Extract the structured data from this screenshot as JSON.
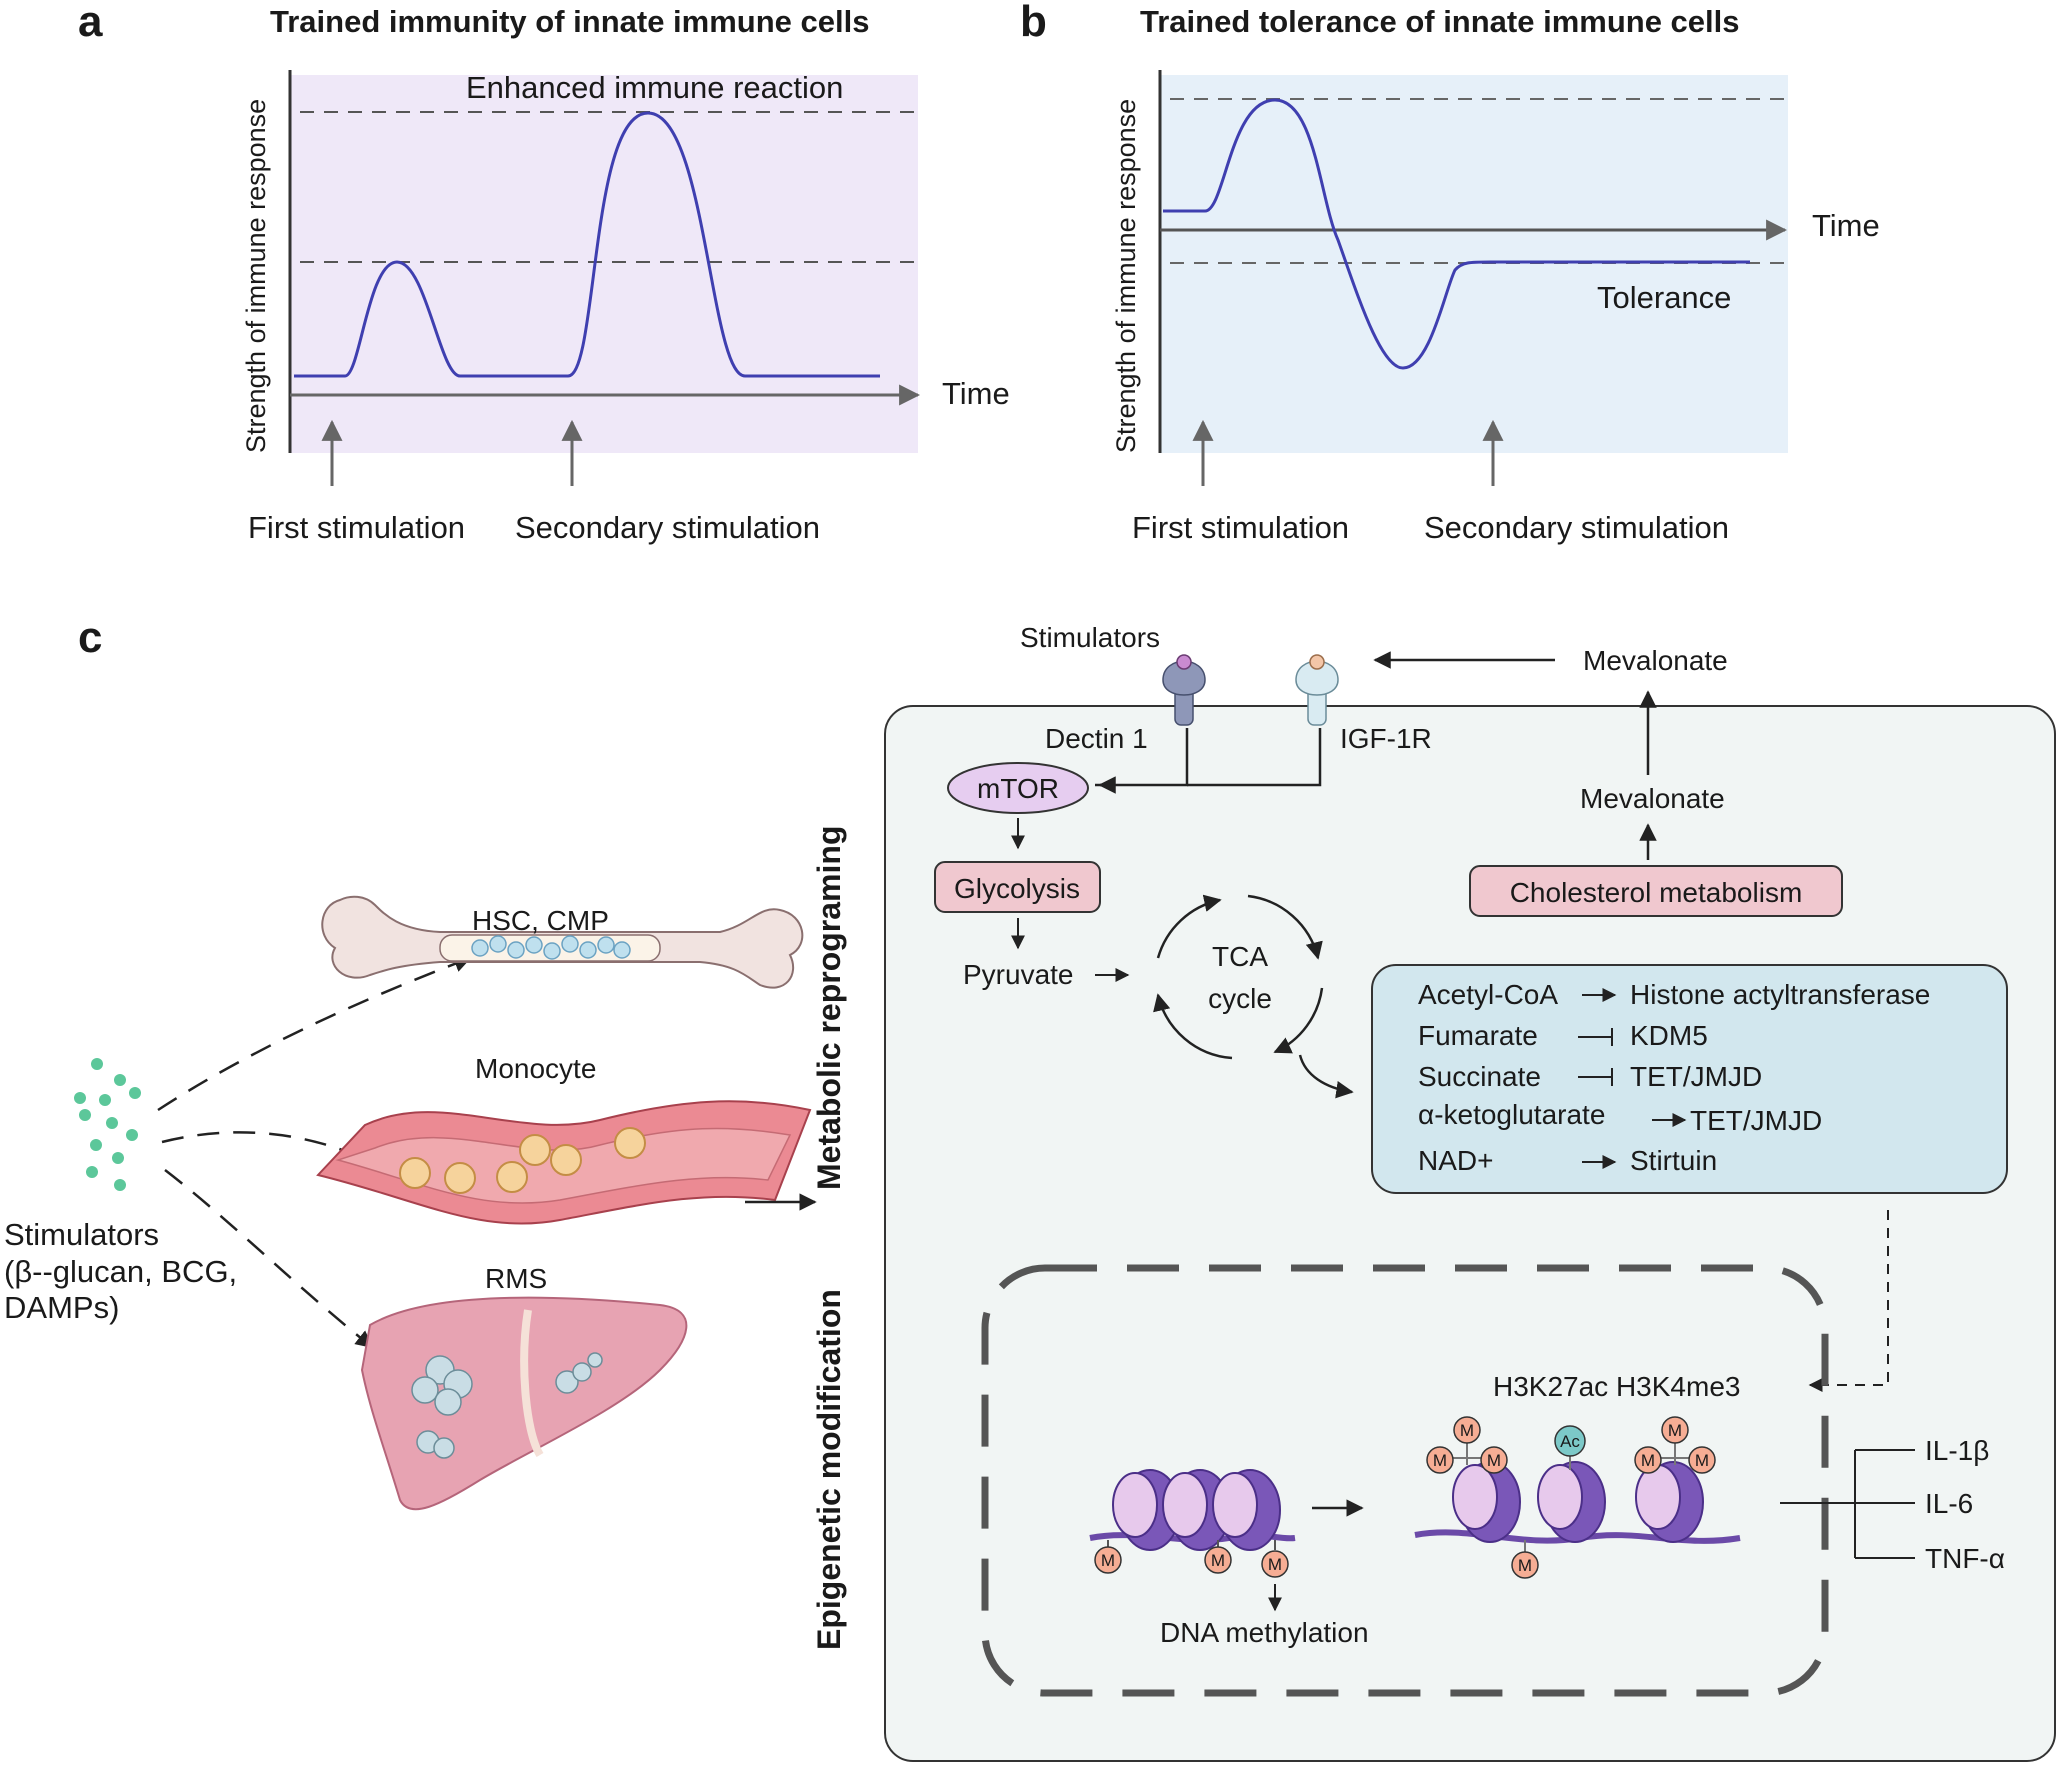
{
  "panels": {
    "a": {
      "letter": "a",
      "title": "Trained immunity of innate immune cells",
      "y_label": "Strength of immune response",
      "x_label": "Time",
      "annotation": "Enhanced immune reaction",
      "first_stimulation": "First stimulation",
      "secondary_stimulation": "Secondary stimulation",
      "background": "#efe8f8"
    },
    "b": {
      "letter": "b",
      "title": "Trained tolerance of innate immune cells",
      "y_label": "Strength of immune response",
      "x_label": "Time",
      "annotation": "Tolerance",
      "first_stimulation": "First stimulation",
      "secondary_stimulation": "Secondary stimulation",
      "background": "#e6f0f9"
    },
    "c": {
      "letter": "c",
      "stimulators_title": "Stimulators",
      "stimulators_detail": [
        "(β--glucan, BCG,",
        "DAMPs)"
      ],
      "tissues": {
        "bone": "HSC, CMP",
        "vessel": "Monocyte",
        "liver": "RMS"
      },
      "side_labels": {
        "metabolic": "Metabolic reprograming",
        "epigenetic": "Epigenetic modification"
      },
      "receptors": {
        "top_label": "Stimulators",
        "dectin": "Dectin 1",
        "igf": "IGF-1R"
      },
      "metabolism": {
        "mtor": "mTOR",
        "glycolysis": "Glycolysis",
        "pyruvate": "Pyruvate",
        "tca": [
          "TCA",
          "cycle"
        ],
        "mevalonate_out": "Mevalonate",
        "mevalonate_in": "Mevalonate",
        "cholesterol": "Cholesterol metabolism"
      },
      "metabolite_effects": [
        {
          "metabolite": "Acetyl-CoA",
          "relation": "activates",
          "target": "Histone actyltransferase"
        },
        {
          "metabolite": "Fumarate",
          "relation": "inhibits",
          "target": "KDM5"
        },
        {
          "metabolite": "Succinate",
          "relation": "inhibits",
          "target": "TET/JMJD"
        },
        {
          "metabolite": "α-ketoglutarate",
          "relation": "activates",
          "target": "TET/JMJD"
        },
        {
          "metabolite": "NAD+",
          "relation": "activates",
          "target": "Stirtuin"
        }
      ],
      "epigenetic": {
        "histone_marks": "H3K27ac H3K4me3",
        "dna_methylation": "DNA methylation",
        "methyl_mark": "M",
        "acetyl_mark": "Ac"
      },
      "cytokines": [
        "IL-1β",
        "IL-6",
        "TNF-α"
      ]
    }
  },
  "colors": {
    "curve": "#3f3fb0",
    "metabolic_box": "#f1f5f4",
    "enzyme_box": "#d2e7ee",
    "pathway_box": "#f0c8cf",
    "mtor": "#e6cdf0",
    "nucleosome": "#6b4aa8",
    "methyl": "#f6ad94",
    "acetyl": "#7cc9c8"
  }
}
